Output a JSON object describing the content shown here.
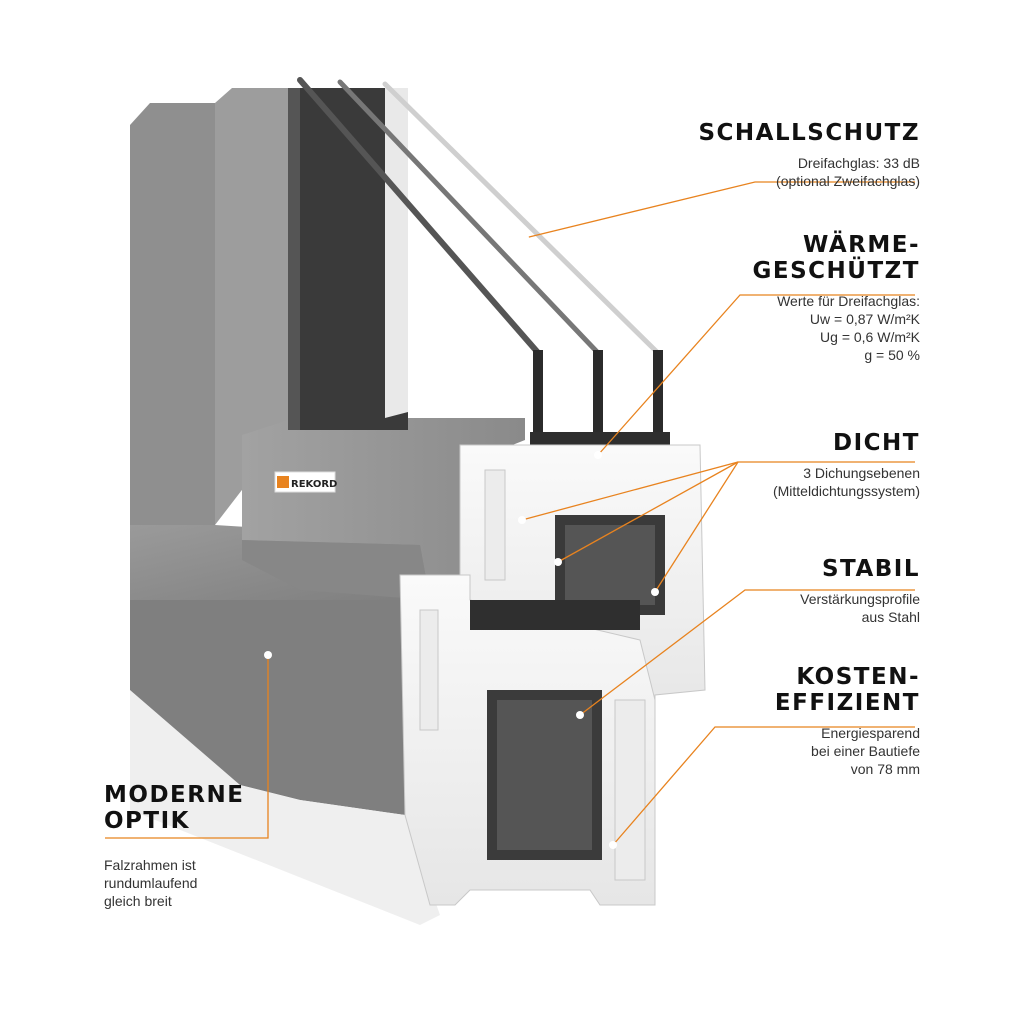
{
  "colors": {
    "accent": "#e8831f",
    "frame_grey": "#8e8e8e",
    "pvc_white": "#f2f2f2",
    "dark": "#2e2e2e"
  },
  "brand": {
    "logo_text": "REKORD"
  },
  "features": {
    "schallschutz": {
      "title": "SCHALLSCHUTZ",
      "desc": [
        "Dreifachglas: 33 dB",
        "(optional Zweifachglas)"
      ]
    },
    "waerme": {
      "title": [
        "WÄRME-",
        "GESCHÜTZT"
      ],
      "desc": [
        "Werte für Dreifachglas:",
        "Uw = 0,87 W/m²K",
        "Ug = 0,6 W/m²K",
        "g = 50 %"
      ]
    },
    "dicht": {
      "title": "DICHT",
      "desc": [
        "3 Dichungsebenen",
        "(Mitteldichtungssystem)"
      ]
    },
    "stabil": {
      "title": "STABIL",
      "desc": [
        "Verstärkungsprofile",
        "aus Stahl"
      ]
    },
    "kosten": {
      "title": [
        "KOSTEN-",
        "EFFIZIENT"
      ],
      "desc": [
        "Energiesparend",
        "bei einer Bautiefe",
        "von 78 mm"
      ]
    },
    "optik": {
      "title": [
        "MODERNE",
        "OPTIK"
      ],
      "desc": [
        "Falzrahmen ist",
        "rundumlaufend",
        "gleich breit"
      ]
    }
  }
}
